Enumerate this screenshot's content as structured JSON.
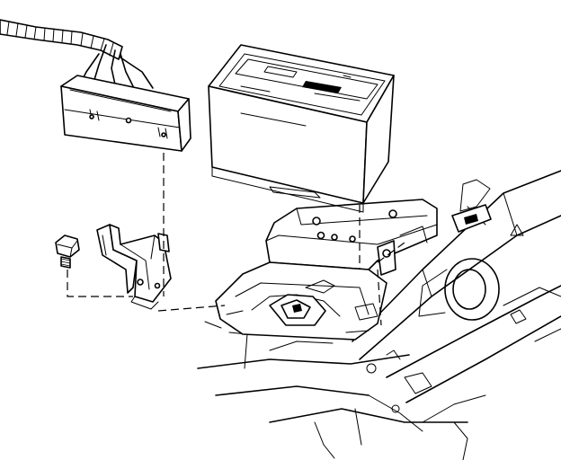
{
  "figure": {
    "parts": [
      {
        "name": "wiring-harness",
        "icon": "harness-conduit"
      },
      {
        "name": "junction-block",
        "icon": "electrical-connector"
      },
      {
        "name": "battery",
        "icon": "battery"
      },
      {
        "name": "bolt",
        "icon": "bolt"
      },
      {
        "name": "mounting-bracket",
        "icon": "bracket"
      },
      {
        "name": "battery-tray",
        "icon": "tray"
      },
      {
        "name": "vehicle-body-frame",
        "icon": "frame"
      }
    ]
  }
}
